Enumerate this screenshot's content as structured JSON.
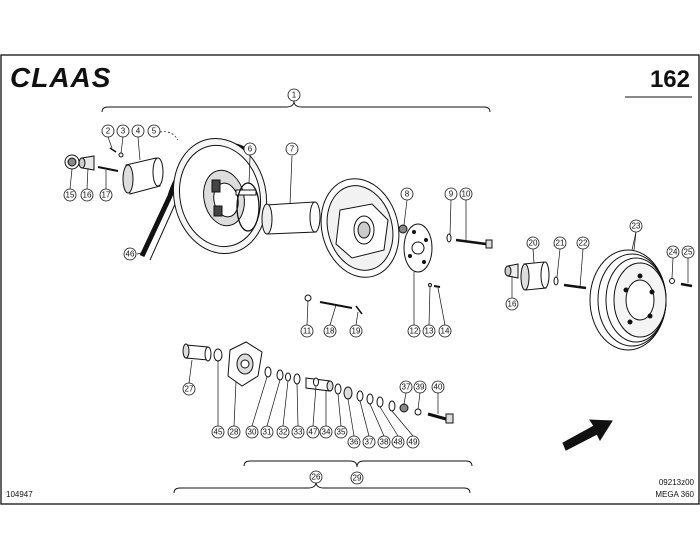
{
  "header": {
    "brand": "CLAAS",
    "page_number": "162"
  },
  "footer": {
    "drawing_id": "104947",
    "figure_code": "09213z00",
    "model": "MEGA 360"
  },
  "callouts": [
    {
      "id": "c1",
      "label": "1"
    },
    {
      "id": "c2",
      "label": "2"
    },
    {
      "id": "c3",
      "label": "3"
    },
    {
      "id": "c4",
      "label": "4"
    },
    {
      "id": "c5",
      "label": "5"
    },
    {
      "id": "c6",
      "label": "6"
    },
    {
      "id": "c7",
      "label": "7"
    },
    {
      "id": "c8",
      "label": "8"
    },
    {
      "id": "c9",
      "label": "9"
    },
    {
      "id": "c10",
      "label": "10"
    },
    {
      "id": "c11",
      "label": "11"
    },
    {
      "id": "c12",
      "label": "12"
    },
    {
      "id": "c13",
      "label": "13"
    },
    {
      "id": "c14",
      "label": "14"
    },
    {
      "id": "c15",
      "label": "15"
    },
    {
      "id": "c16a",
      "label": "16"
    },
    {
      "id": "c16b",
      "label": "16"
    },
    {
      "id": "c17",
      "label": "17"
    },
    {
      "id": "c18",
      "label": "18"
    },
    {
      "id": "c19",
      "label": "19"
    },
    {
      "id": "c20",
      "label": "20"
    },
    {
      "id": "c21",
      "label": "21"
    },
    {
      "id": "c22",
      "label": "22"
    },
    {
      "id": "c23",
      "label": "23"
    },
    {
      "id": "c24",
      "label": "24"
    },
    {
      "id": "c25",
      "label": "25"
    },
    {
      "id": "c26",
      "label": "26"
    },
    {
      "id": "c27",
      "label": "27"
    },
    {
      "id": "c28",
      "label": "28"
    },
    {
      "id": "c29",
      "label": "29"
    },
    {
      "id": "c30",
      "label": "30"
    },
    {
      "id": "c31",
      "label": "31"
    },
    {
      "id": "c32",
      "label": "32"
    },
    {
      "id": "c33",
      "label": "33"
    },
    {
      "id": "c34",
      "label": "34"
    },
    {
      "id": "c35",
      "label": "35"
    },
    {
      "id": "c36",
      "label": "36"
    },
    {
      "id": "c37a",
      "label": "37"
    },
    {
      "id": "c37b",
      "label": "37"
    },
    {
      "id": "c38",
      "label": "38"
    },
    {
      "id": "c39",
      "label": "39"
    },
    {
      "id": "c40",
      "label": "40"
    },
    {
      "id": "c45",
      "label": "45"
    },
    {
      "id": "c46",
      "label": "46"
    },
    {
      "id": "c47",
      "label": "47"
    },
    {
      "id": "c48",
      "label": "48"
    },
    {
      "id": "c49",
      "label": "49"
    }
  ]
}
